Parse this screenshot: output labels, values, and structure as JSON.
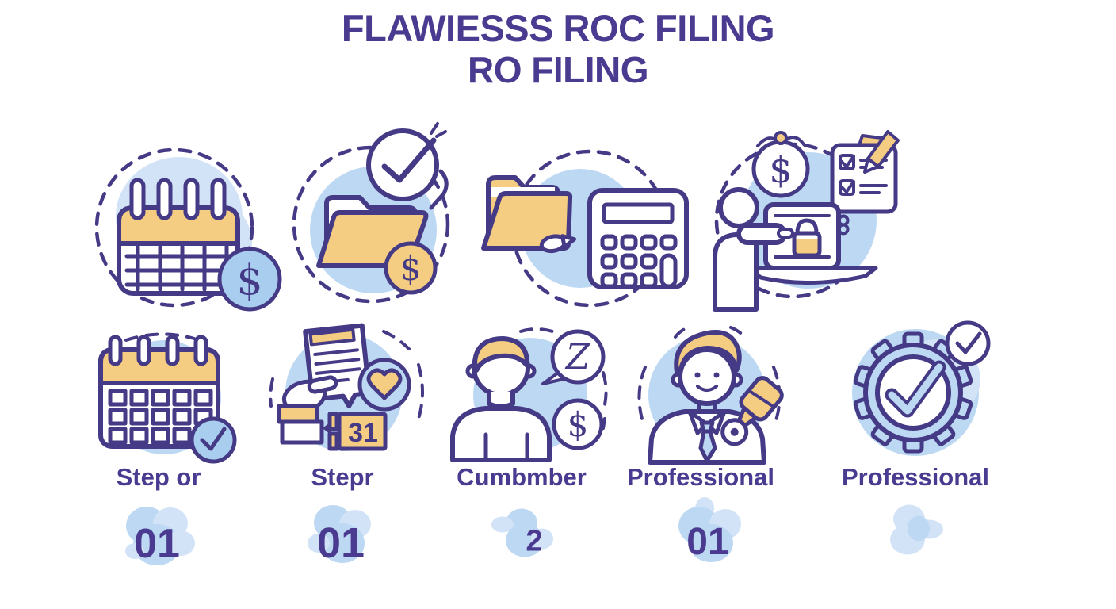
{
  "title": {
    "line1": "FLAWIESSS ROC FILING",
    "line2": "RO FILING"
  },
  "colors": {
    "outline_purple": "#443a85",
    "title_purple": "#4a3b91",
    "accent_yellow": "#f5cd82",
    "light_blue": "#bdd8f3",
    "light_blue_2": "#d3e3f7",
    "coin_blue": "#a9cdef",
    "tie_blue": "#bcd8f2",
    "background": "#ffffff"
  },
  "top_icons": [
    {
      "icon": "calendar-dollar-icon",
      "coin_symbol": "$"
    },
    {
      "icon": "folder-clock-check-dollar-icon",
      "coin_symbol": "$"
    },
    {
      "icon": "folder-calculator-icon"
    },
    {
      "icon": "accountant-laptop-checklist-icon",
      "coin_symbol": "$"
    }
  ],
  "steps": [
    {
      "icon": "calendar-check-icon",
      "label": "Step or",
      "number": "01"
    },
    {
      "icon": "hand-document-heart-icon",
      "label": "Stepr",
      "number": "01",
      "date_tile": "31"
    },
    {
      "icon": "person-chat-dollar-icon",
      "label": "Cumbmber",
      "number": "2",
      "bubble_letter": "Z",
      "coin_symbol": "$"
    },
    {
      "icon": "professional-man-icon",
      "label": "Professional",
      "number": "01"
    },
    {
      "icon": "gear-check-icon",
      "label": "Professional",
      "number": ""
    }
  ]
}
